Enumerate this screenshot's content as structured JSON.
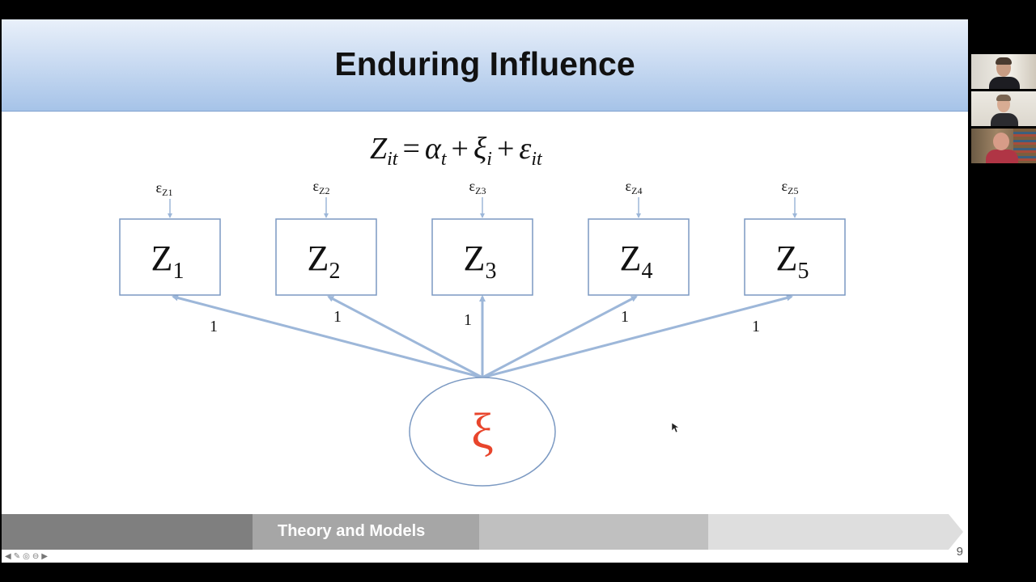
{
  "slide": {
    "title": "Enduring Influence",
    "equation": {
      "lhs": "Z",
      "lhs_sub": "it",
      "eq": "=",
      "alpha": "α",
      "alpha_sub": "t",
      "plus1": "+",
      "xi": "ξ",
      "xi_sub": "i",
      "plus2": "+",
      "eps": "ε",
      "eps_sub": "it"
    },
    "indicators": [
      {
        "name": "Z",
        "sub": "1",
        "error": "ε",
        "error_sub": "Z1",
        "loading": "1"
      },
      {
        "name": "Z",
        "sub": "2",
        "error": "ε",
        "error_sub": "Z2",
        "loading": "1"
      },
      {
        "name": "Z",
        "sub": "3",
        "error": "ε",
        "error_sub": "Z3",
        "loading": "1"
      },
      {
        "name": "Z",
        "sub": "4",
        "error": "ε",
        "error_sub": "Z4",
        "loading": "1"
      },
      {
        "name": "Z",
        "sub": "5",
        "error": "ε",
        "error_sub": "Z5",
        "loading": "1"
      }
    ],
    "latent": "ξ",
    "progress_label": "Theory and Models",
    "page_number": "9"
  },
  "colors": {
    "arrow": "#9db7d9",
    "box_border": "#7b99c2",
    "latent_text": "#e8452c",
    "progress_dark": "#7f7f7f",
    "progress_active": "#a6a6a6",
    "progress_mid": "#c0c0c0",
    "progress_light": "#dedede"
  },
  "controls": {
    "icons": [
      "arrow-left-icon",
      "pencil-icon",
      "search-icon",
      "menu-icon",
      "arrow-right-icon"
    ]
  },
  "participants": [
    {
      "frame": "participant-1"
    },
    {
      "frame": "participant-2"
    },
    {
      "frame": "participant-3"
    }
  ]
}
